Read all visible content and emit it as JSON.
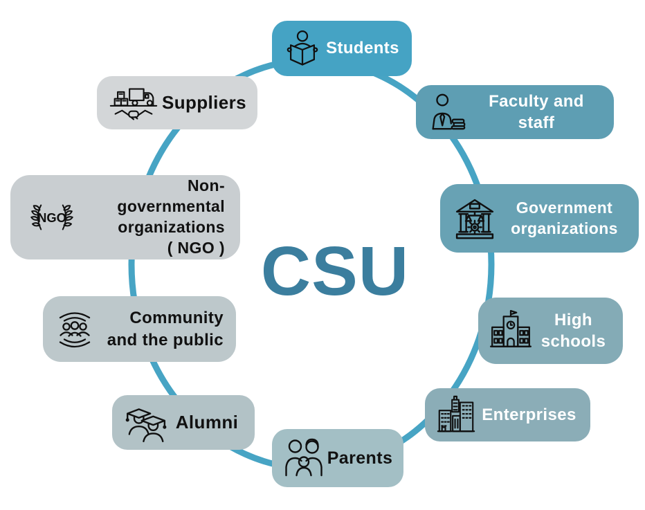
{
  "canvas_bg": "#ffffff",
  "center": {
    "label": "CSU",
    "color": "#3b7e9e"
  },
  "ring": {
    "color": "#47a4c4"
  },
  "nodes": [
    {
      "label": "Students",
      "icon": "student-reading-book-icon",
      "bg": "#45a3c4",
      "text_color": "#ffffff"
    },
    {
      "label": "Faculty and staff",
      "icon": "teacher-with-books-icon",
      "bg": "#5e9eb3",
      "text_color": "#ffffff"
    },
    {
      "label": "Government\norganizations",
      "icon": "government-building-icon",
      "bg": "#68a2b4",
      "text_color": "#ffffff"
    },
    {
      "label": "High\nschools",
      "icon": "school-building-icon",
      "bg": "#84abb6",
      "text_color": "#ffffff"
    },
    {
      "label": "Enterprises",
      "icon": "office-buildings-icon",
      "bg": "#8badb7",
      "text_color": "#ffffff"
    },
    {
      "label": "Parents",
      "icon": "family-icon",
      "bg": "#a3bfc5",
      "text_color": "#111111"
    },
    {
      "label": "Alumni",
      "icon": "graduates-icon",
      "bg": "#b2c2c6",
      "text_color": "#111111"
    },
    {
      "label": "Community\nand the public",
      "icon": "community-people-icon",
      "bg": "#bdc8cb",
      "text_color": "#111111"
    },
    {
      "label": "Non-governmental\norganizations\n( NGO )",
      "icon": "ngo-laurel-icon",
      "icon_text": "NGO",
      "bg": "#c9ced1",
      "text_color": "#111111"
    },
    {
      "label": "Suppliers",
      "icon": "truck-handshake-icon",
      "bg": "#d3d6d8",
      "text_color": "#111111"
    }
  ]
}
